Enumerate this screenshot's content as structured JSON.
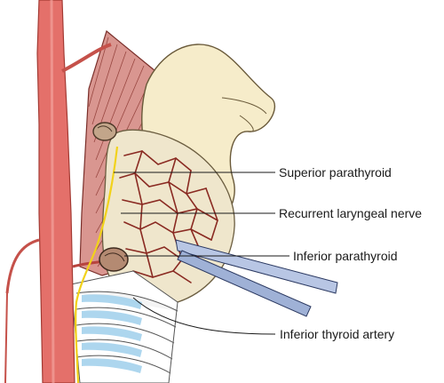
{
  "labels": {
    "superior_parathyroid": "Superior parathyroid",
    "recurrent_laryngeal_nerve": "Recurrent laryngeal nerve",
    "inferior_parathyroid": "Inferior parathyroid",
    "inferior_thyroid_artery": "Inferior thyroid artery"
  },
  "colors": {
    "artery": "#e4706a",
    "artery_dark": "#b8443e",
    "muscle": "#c97a74",
    "thyroid": "#f0e6c8",
    "cartilage": "#f3e2b0",
    "nerve": "#f2d21a",
    "vessel": "#8a2a22",
    "trachea_blue": "#9fd0ec",
    "forceps": "#9fb1d6"
  }
}
